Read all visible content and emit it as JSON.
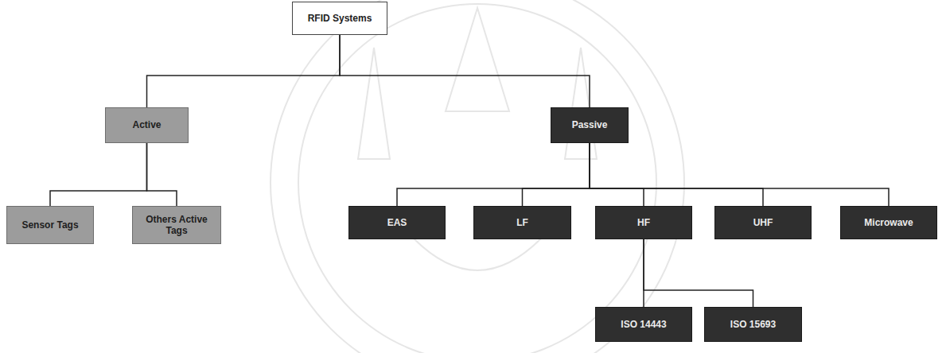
{
  "diagram": {
    "nodes": [
      {
        "text": [
          "RFID Systems"
        ]
      },
      {
        "text": [
          "Active"
        ]
      },
      {
        "text": [
          "Passive"
        ]
      },
      {
        "text": [
          "Sensor Tags"
        ]
      },
      {
        "text": [
          "Others Active Tags"
        ]
      },
      {
        "text": [
          "EAS"
        ]
      },
      {
        "text": [
          "LF"
        ]
      },
      {
        "text": [
          "HF"
        ]
      },
      {
        "text": [
          "UHF"
        ]
      },
      {
        "text": [
          "Microwave"
        ]
      },
      {
        "text": [
          "ISO 14443"
        ]
      },
      {
        "text": [
          "ISO 15693"
        ]
      }
    ],
    "edges": [
      {
        "from": 0,
        "to": 1,
        "arrow": "none"
      },
      {
        "from": 0,
        "to": 2,
        "arrow": "none"
      },
      {
        "from": 1,
        "to": 3,
        "arrow": "none"
      },
      {
        "from": 1,
        "to": 4,
        "arrow": "none"
      },
      {
        "from": 2,
        "to": 5,
        "arrow": "none"
      },
      {
        "from": 2,
        "to": 6,
        "arrow": "none"
      },
      {
        "from": 2,
        "to": 7,
        "arrow": "none"
      },
      {
        "from": 2,
        "to": 8,
        "arrow": "none"
      },
      {
        "from": 2,
        "to": 9,
        "arrow": "none"
      },
      {
        "from": 7,
        "to": 10,
        "arrow": "none"
      },
      {
        "from": 7,
        "to": 11,
        "arrow": "none"
      }
    ]
  }
}
